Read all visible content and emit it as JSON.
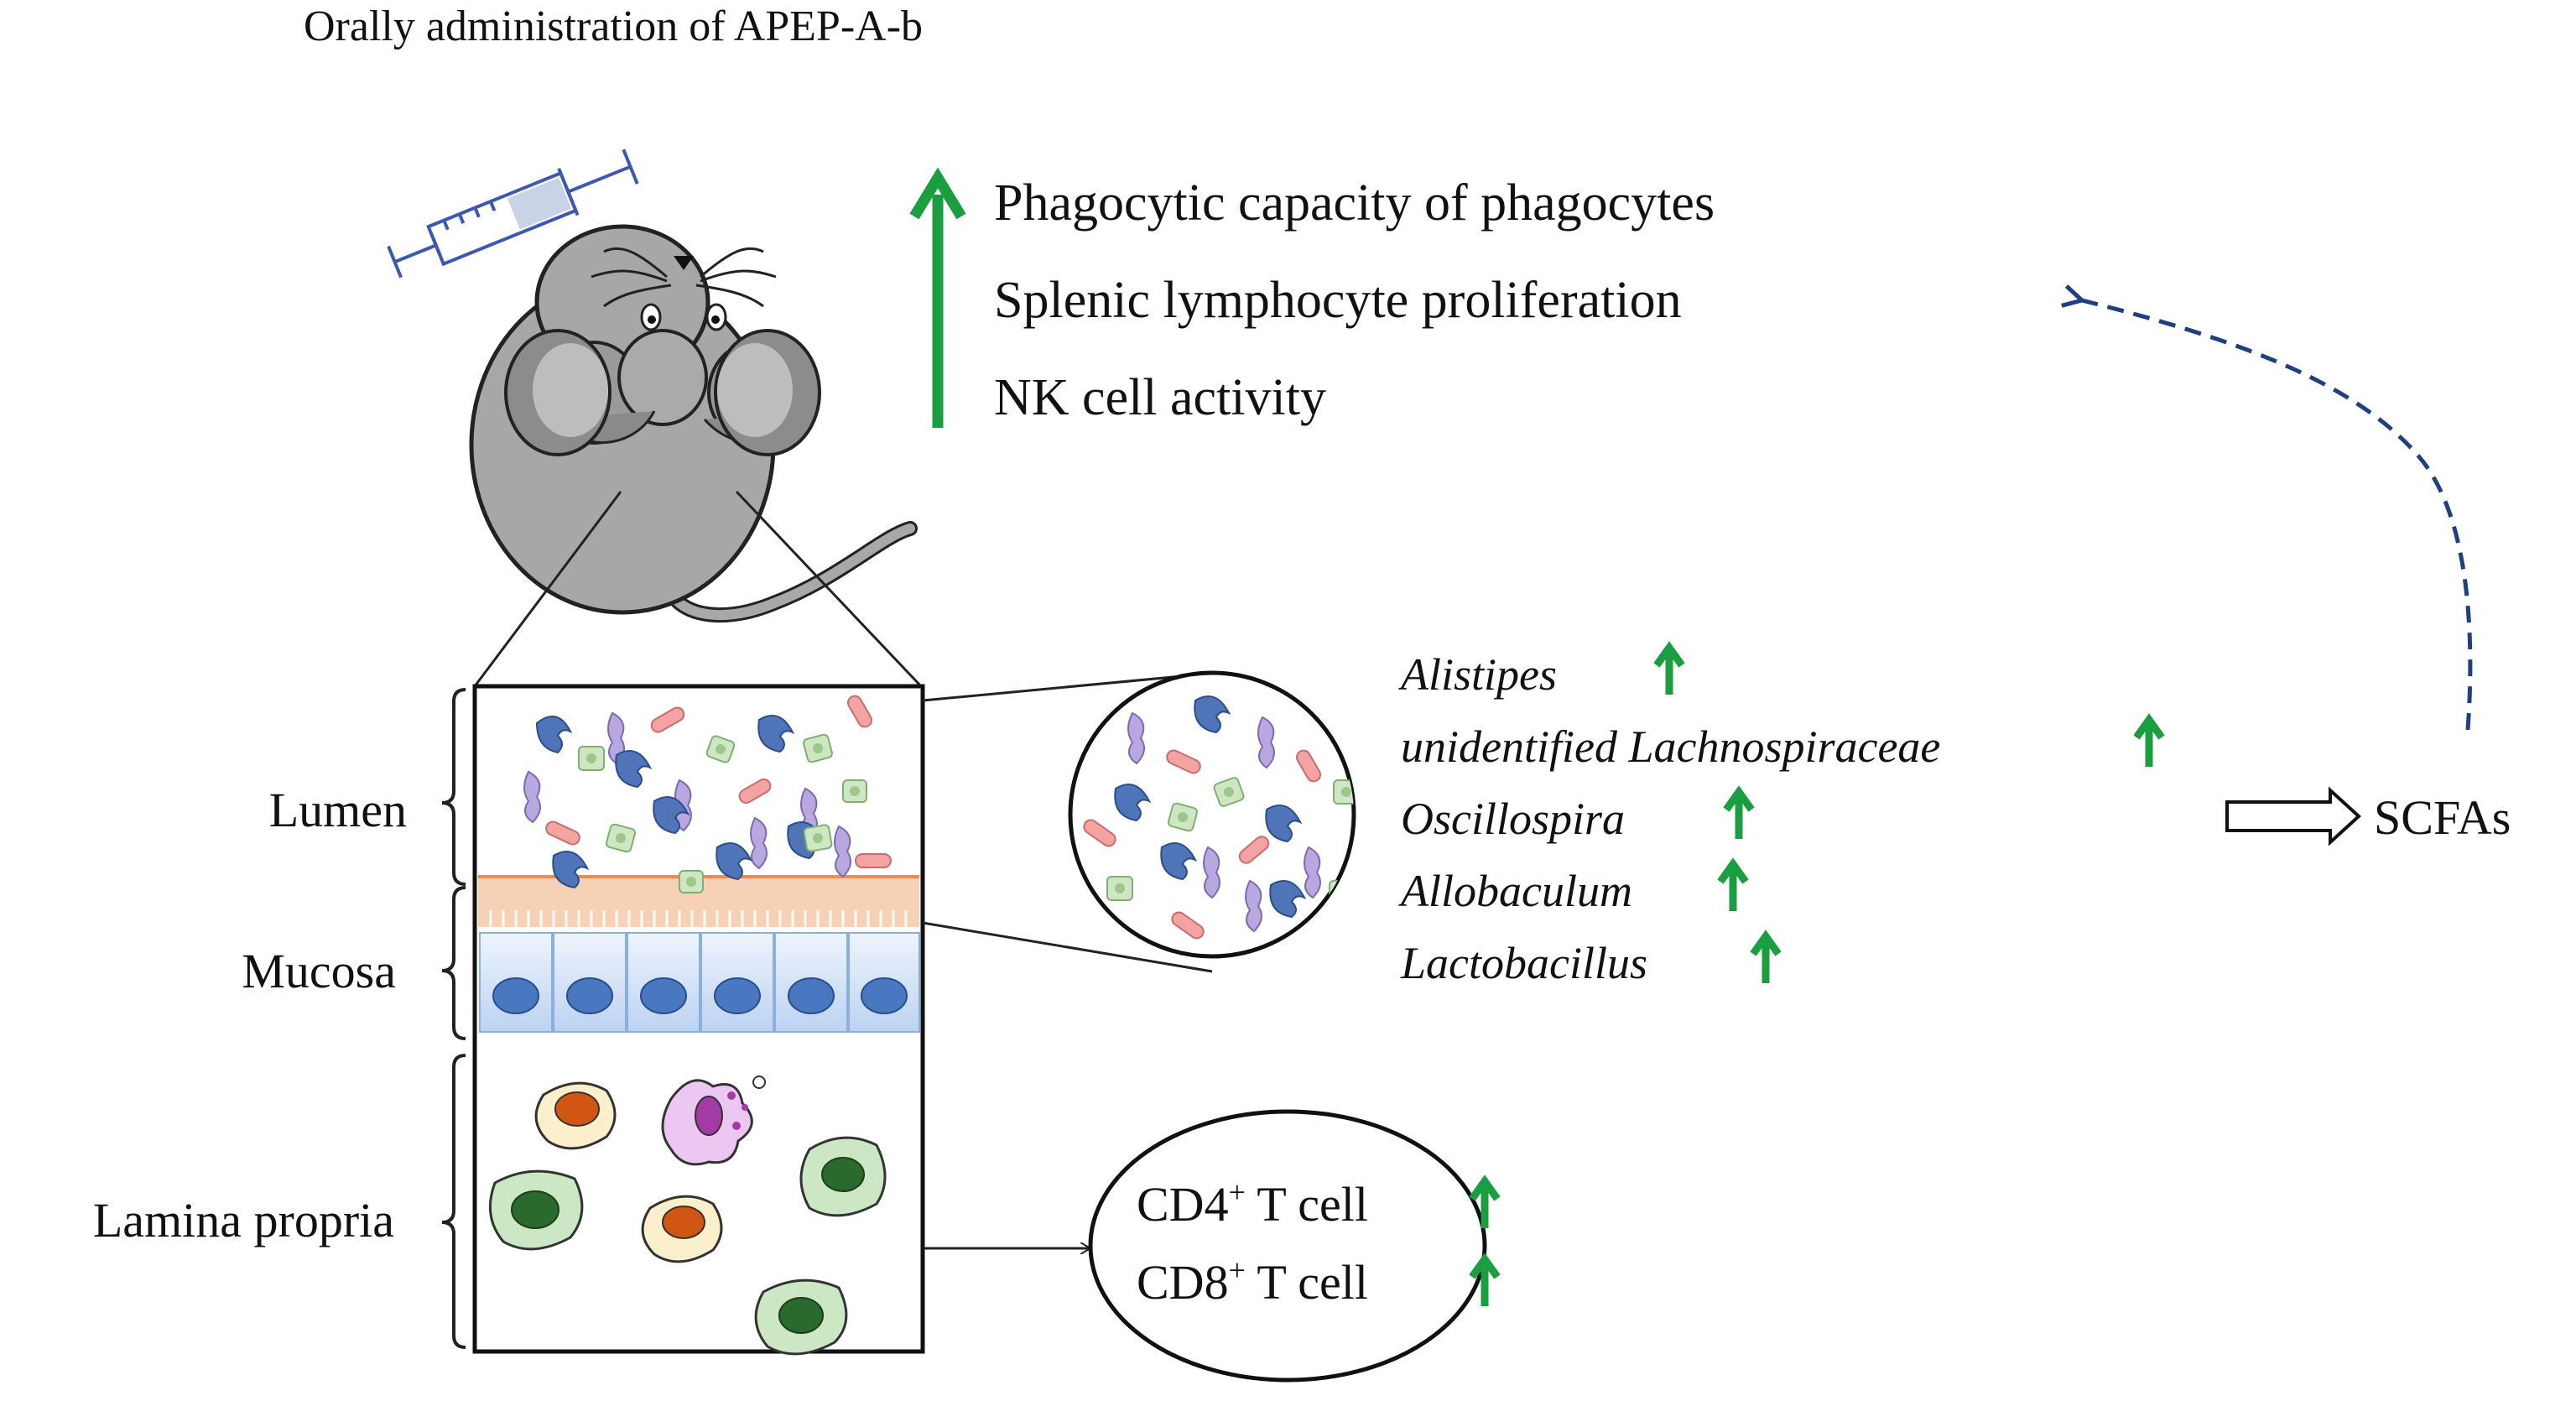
{
  "title": "Orally administration of APEP-A-b",
  "immune_effects": [
    "Phagocytic capacity of phagocytes",
    "Splenic lymphocyte proliferation",
    "NK cell activity"
  ],
  "layers": {
    "lumen": "Lumen",
    "mucosa": "Mucosa",
    "lamina": "Lamina propria"
  },
  "bacteria": [
    "Alistipes",
    "unidentified Lachnospiraceae",
    "Oscillospira",
    "Allobaculum",
    "Lactobacillus"
  ],
  "scfa": "SCFAs",
  "tcells": {
    "cd4": {
      "prefix": "CD4",
      "sup": "+",
      "suffix": " T cell"
    },
    "cd8": {
      "prefix": "CD8",
      "sup": "+",
      "suffix": " T cell"
    }
  },
  "colors": {
    "up_arrow": "#1a9e3f",
    "dashed_arrow": "#1f3f80",
    "mucus": "#f6c9a8",
    "epithelium": "#c7dcf5",
    "nucleus": "#4a78c0",
    "mouse_body": "#a7a7a7"
  }
}
